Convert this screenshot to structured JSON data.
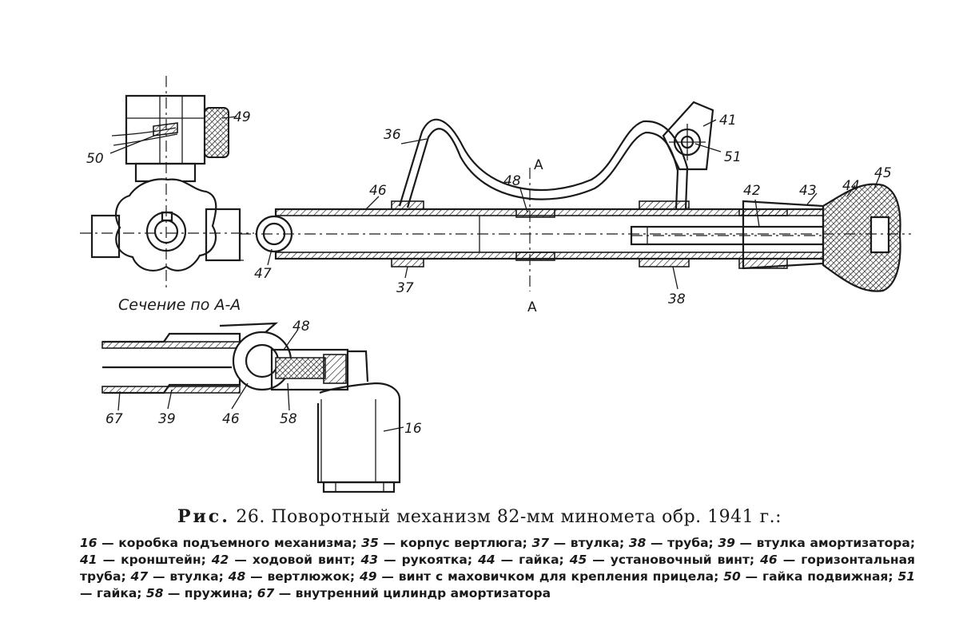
{
  "figure": {
    "section_label": "Сечение по А-А",
    "section_mark_top": "А",
    "section_mark_bottom": "А",
    "callouts": {
      "c49": "49",
      "c50": "50",
      "c36": "36",
      "c46a": "46",
      "c48a": "48",
      "c41": "41",
      "c51": "51",
      "c42": "42",
      "c43": "43",
      "c44": "44",
      "c45": "45",
      "c47": "47",
      "c37": "37",
      "c38": "38",
      "c48b": "48",
      "c67": "67",
      "c39": "39",
      "c46b": "46",
      "c58": "58",
      "c16": "16"
    }
  },
  "caption": {
    "prefix": "Рис.",
    "number": "26.",
    "title": "Поворотный механизм 82-мм миномета обр. 1941 г.:"
  },
  "legend": [
    {
      "num": "16",
      "text": "коробка подъемного механизма;"
    },
    {
      "num": "35",
      "text": "корпус вертлюга;"
    },
    {
      "num": "37",
      "text": "втулка;"
    },
    {
      "num": "38",
      "text": "труба;"
    },
    {
      "num": "39",
      "text": "втулка амортизатора;"
    },
    {
      "num": "41",
      "text": "кронштейн;"
    },
    {
      "num": "42",
      "text": "ходовой винт;"
    },
    {
      "num": "43",
      "text": "рукоятка;"
    },
    {
      "num": "44",
      "text": "гайка;"
    },
    {
      "num": "45",
      "text": "установочный винт;"
    },
    {
      "num": "46",
      "text": "горизонтальная труба;"
    },
    {
      "num": "47",
      "text": "втулка;"
    },
    {
      "num": "48",
      "text": "вертлюжок;"
    },
    {
      "num": "49",
      "text": "винт с маховичком для крепления прицела;"
    },
    {
      "num": "50",
      "text": "гайка подвижная;"
    },
    {
      "num": "51",
      "text": "гайка;"
    },
    {
      "num": "58",
      "text": "пружина;"
    },
    {
      "num": "67",
      "text": "внутренний цилиндр амортизатора"
    }
  ]
}
